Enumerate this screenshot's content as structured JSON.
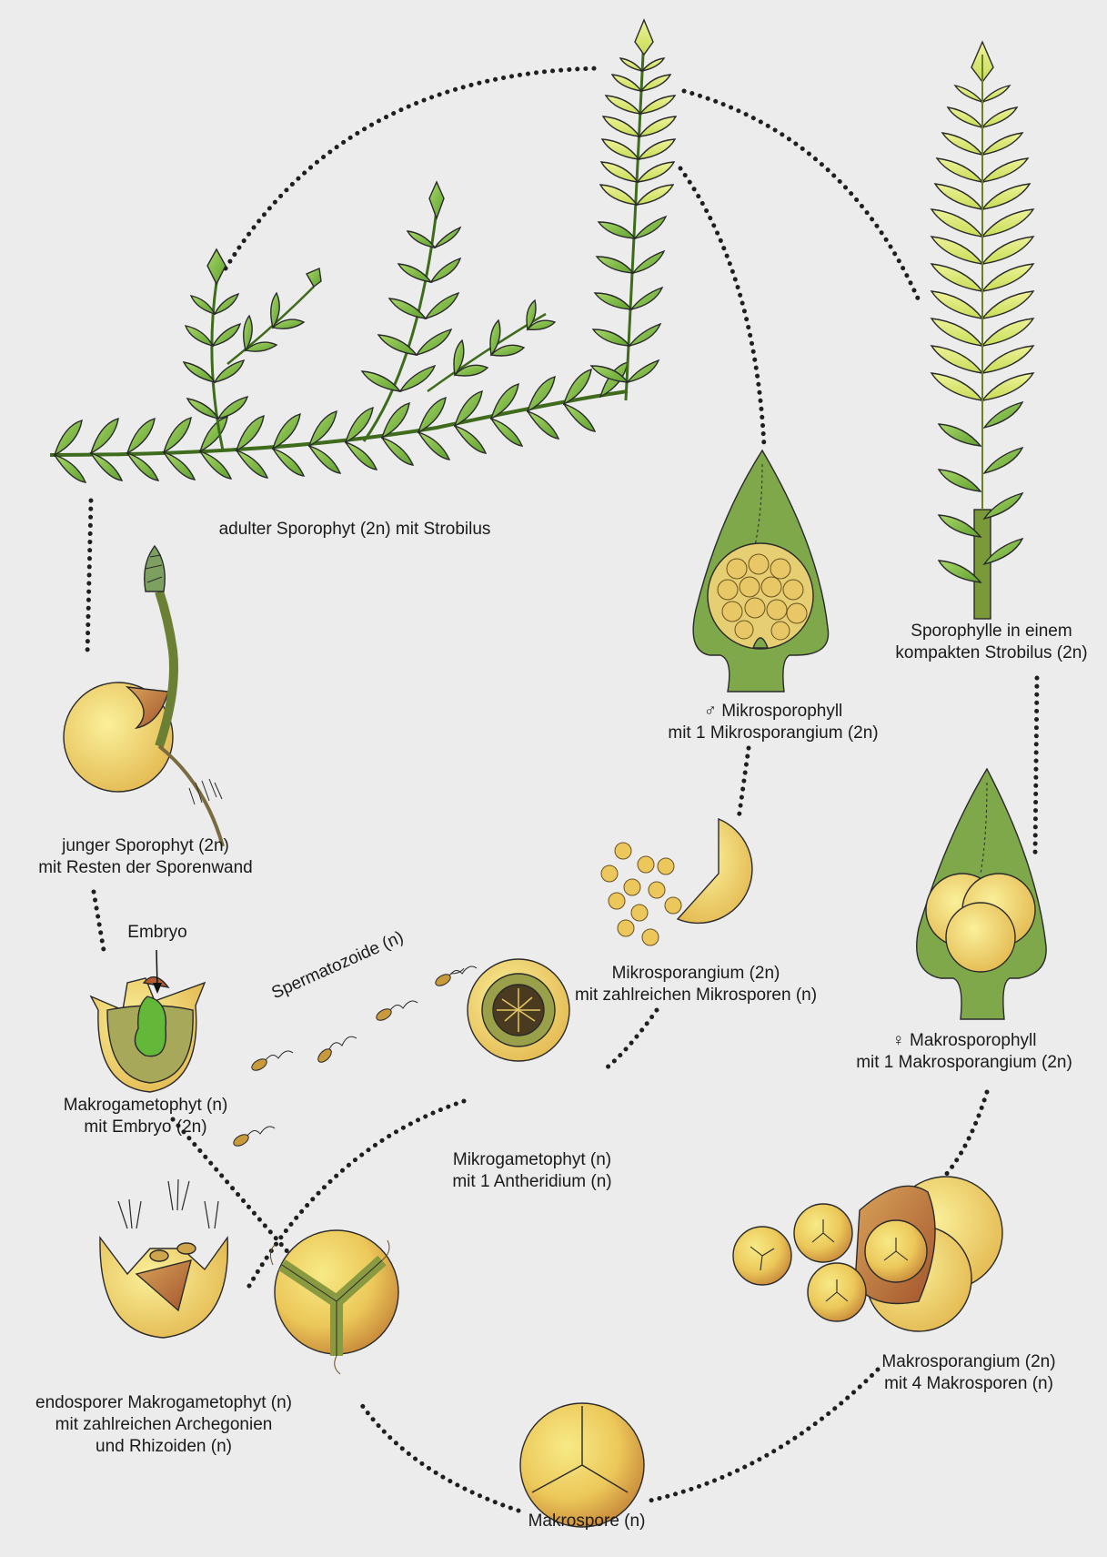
{
  "labels": {
    "adult": "adulter Sporophyt (2n) mit Strobilus",
    "strobilus": "Sporophylle in einem\nkompakten Strobilus (2n)",
    "microsporophyll": "♂ Mikrosporophyll\nmit 1 Mikrosporangium (2n)",
    "young": "junger Sporophyt (2n)\nmit Resten der Sporenwand",
    "embryo": "Embryo",
    "macrogametophyte_embryo": "Makrogametophyt (n)\nmit Embryo (2n)",
    "microsporangium": "Mikrosporangium (2n)\nmit zahlreichen Mikrosporen (n)",
    "macrosporophyll": "♀ Makrosporophyll\nmit 1 Makrosporangium (2n)",
    "spermatozoids": "Spermatozoide (n)",
    "microgametophyte": "Mikrogametophyt (n)\nmit 1 Antheridium (n)",
    "endosporic": "endosporer Makrogametophyt (n)\nmit zahlreichen Archegonien\nund Rhizoiden (n)",
    "macrosporangium": "Makrosporangium (2n)\nmit 4 Makrosporen (n)",
    "macrospore": "Makrospore (n)"
  },
  "colors": {
    "background": "#ececec",
    "leaf_green": "#8fc24a",
    "leaf_dark": "#4f8a25",
    "strobilus_yellow": "#e8ef7a",
    "spore_yellow": "#f2dc6a",
    "spore_brown": "#c98e3a",
    "sporophyll_green": "#7fa64a",
    "connector": "#1f1f1f"
  }
}
